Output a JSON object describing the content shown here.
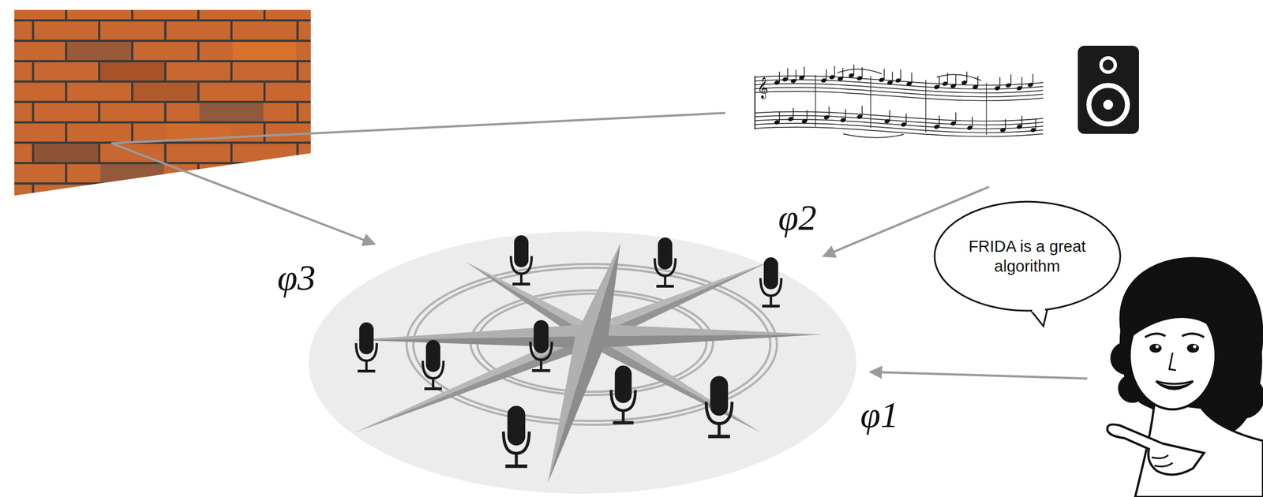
{
  "diagram": {
    "nodes": [
      {
        "text": [
          "FRIDA is a great algorithm"
        ]
      }
    ],
    "labels": [
      "φ2",
      "φ3",
      "φ1"
    ]
  }
}
